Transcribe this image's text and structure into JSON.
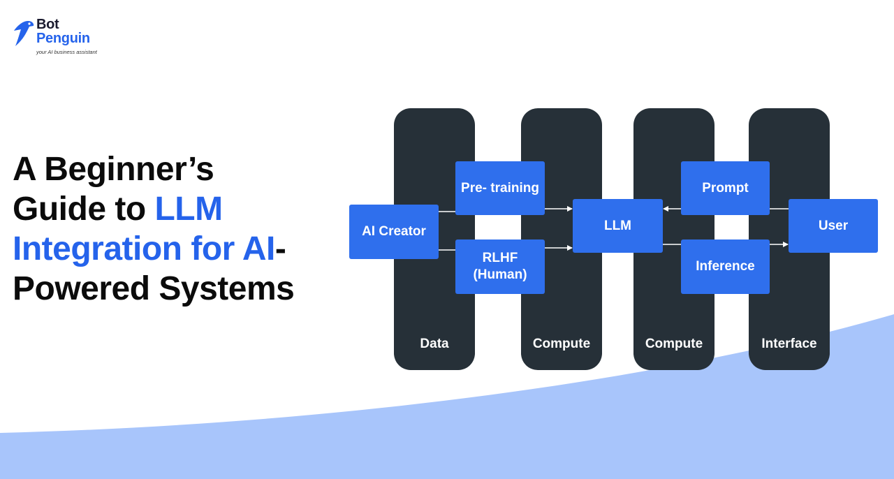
{
  "logo": {
    "line1": "Bot",
    "line2": "Penguin",
    "tagline": "your AI business assistant"
  },
  "headline": {
    "line1": "A Beginner’s",
    "line2a": "Guide to ",
    "line2b": "LLM",
    "line3a": "Integration for AI",
    "line3b": "-",
    "line4": "Powered Systems"
  },
  "diagram": {
    "columns": [
      "Data",
      "Compute",
      "Compute",
      "Interface"
    ],
    "nodes": {
      "ai_creator": "AI Creator",
      "pretraining": "Pre- training",
      "rlhf_line1": "RLHF",
      "rlhf_line2": "(Human)",
      "llm": "LLM",
      "prompt": "Prompt",
      "inference": "Inference",
      "user": "User"
    }
  },
  "colors": {
    "accent": "#2563eb",
    "box": "#2f6fed",
    "column": "#263038",
    "wave": "#a8c5fb"
  }
}
